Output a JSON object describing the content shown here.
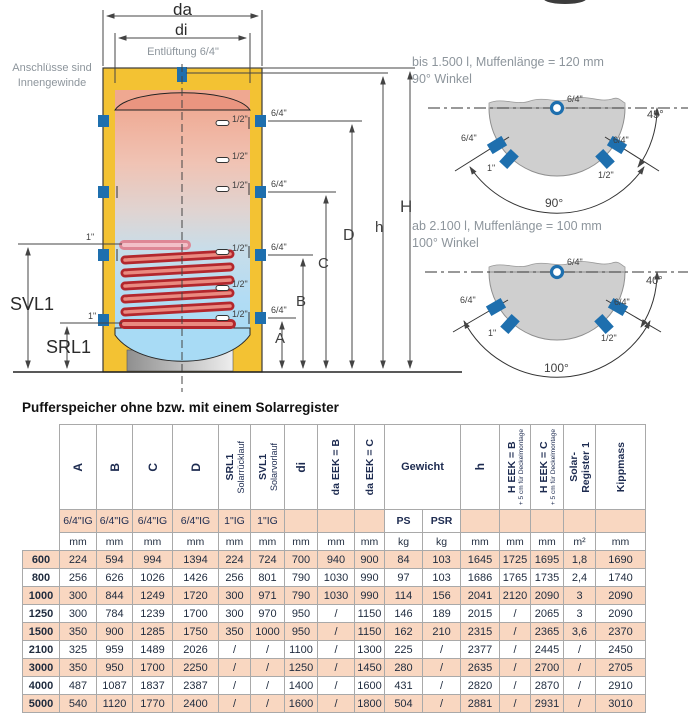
{
  "colors": {
    "insulation_yellow": "#f3c233",
    "port_blue": "#1e6fae",
    "salmon_row": "#f9d7c1",
    "coil_red": "#b3272d",
    "muffle_gray": "#cfcfcf"
  },
  "diagram": {
    "note1": "Anschlüsse sind",
    "note2": "Innengewinde",
    "vent": "Entlüftung 6/4\"",
    "da": "da",
    "di": "di",
    "H": "H",
    "h": "h",
    "D": "D",
    "C": "C",
    "B": "B",
    "A": "A",
    "svl": "SVL1",
    "srl": "SRL1",
    "p64": "6/4\"",
    "p12": "1/2\"",
    "p1": "1\"",
    "fig1": {
      "t1": "bis 1.500 l, Muffenlänge = 120 mm",
      "t2": "90° Winkel",
      "center": "6/4\"",
      "lo": "6/4\"",
      "li": "1\"",
      "ro": "6/4\"",
      "ri": "1/2\"",
      "angle_side": "45°",
      "angle_main": "90°"
    },
    "fig2": {
      "t1": "ab 2.100 l, Muffenlänge = 100 mm",
      "t2": "100° Winkel",
      "center": "6/4\"",
      "lo": "6/4\"",
      "li": "1\"",
      "ro": "6/4\"",
      "ri": "1/2\"",
      "angle_side": "40°",
      "angle_main": "100°"
    }
  },
  "table": {
    "title": "Pufferspeicher ohne bzw. mit einem  Solarregister",
    "header": [
      {
        "label": "A"
      },
      {
        "label": "B"
      },
      {
        "label": "C"
      },
      {
        "label": "D"
      },
      {
        "label": "SRL1",
        "sub": "Solarrücklauf"
      },
      {
        "label": "SVL1",
        "sub": "Solarvorlauf"
      },
      {
        "label": "di"
      },
      {
        "label": "da EEK = B"
      },
      {
        "label": "da EEK = C"
      },
      {
        "label": "Gewicht"
      },
      {
        "label": "h"
      },
      {
        "label": "H EEK = B",
        "note": "+ 5 cm für Deckelmontage"
      },
      {
        "label": "H EEK = C",
        "note": "+ 5 cm für Deckelmontage"
      },
      {
        "label": "Solar-",
        "label2": "Register 1"
      },
      {
        "label": "Kippmass"
      }
    ],
    "thread_row": [
      "6/4\"IG",
      "6/4\"IG",
      "6/4\"IG",
      "6/4\"IG",
      "1\"IG",
      "1\"IG",
      "",
      "",
      "",
      "PS",
      "PSR",
      "",
      "",
      "",
      "",
      ""
    ],
    "units_row": [
      "mm",
      "mm",
      "mm",
      "mm",
      "mm",
      "mm",
      "mm",
      "mm",
      "mm",
      "kg",
      "kg",
      "mm",
      "mm",
      "mm",
      "m²",
      "mm"
    ],
    "rows": [
      {
        "label": "600",
        "values": [
          "224",
          "594",
          "994",
          "1394",
          "224",
          "724",
          "700",
          "940",
          "900",
          "84",
          "103",
          "1645",
          "1725",
          "1695",
          "1,8",
          "1690"
        ]
      },
      {
        "label": "800",
        "values": [
          "256",
          "626",
          "1026",
          "1426",
          "256",
          "801",
          "790",
          "1030",
          "990",
          "97",
          "103",
          "1686",
          "1765",
          "1735",
          "2,4",
          "1740"
        ]
      },
      {
        "label": "1000",
        "values": [
          "300",
          "844",
          "1249",
          "1720",
          "300",
          "971",
          "790",
          "1030",
          "990",
          "114",
          "156",
          "2041",
          "2120",
          "2090",
          "3",
          "2090"
        ]
      },
      {
        "label": "1250",
        "values": [
          "300",
          "784",
          "1239",
          "1700",
          "300",
          "970",
          "950",
          "/",
          "1150",
          "146",
          "189",
          "2015",
          "/",
          "2065",
          "3",
          "2090"
        ]
      },
      {
        "label": "1500",
        "values": [
          "350",
          "900",
          "1285",
          "1750",
          "350",
          "1000",
          "950",
          "/",
          "1150",
          "162",
          "210",
          "2315",
          "/",
          "2365",
          "3,6",
          "2370"
        ]
      },
      {
        "label": "2100",
        "values": [
          "325",
          "959",
          "1489",
          "2026",
          "/",
          "/",
          "1100",
          "/",
          "1300",
          "225",
          "/",
          "2377",
          "/",
          "2445",
          "/",
          "2450"
        ]
      },
      {
        "label": "3000",
        "values": [
          "350",
          "950",
          "1700",
          "2250",
          "/",
          "/",
          "1250",
          "/",
          "1450",
          "280",
          "/",
          "2635",
          "/",
          "2700",
          "/",
          "2705"
        ]
      },
      {
        "label": "4000",
        "values": [
          "487",
          "1087",
          "1837",
          "2387",
          "/",
          "/",
          "1400",
          "/",
          "1600",
          "431",
          "/",
          "2820",
          "/",
          "2870",
          "/",
          "2910"
        ]
      },
      {
        "label": "5000",
        "values": [
          "540",
          "1120",
          "1770",
          "2400",
          "/",
          "/",
          "1600",
          "/",
          "1800",
          "504",
          "/",
          "2881",
          "/",
          "2931",
          "/",
          "3010"
        ]
      }
    ]
  }
}
